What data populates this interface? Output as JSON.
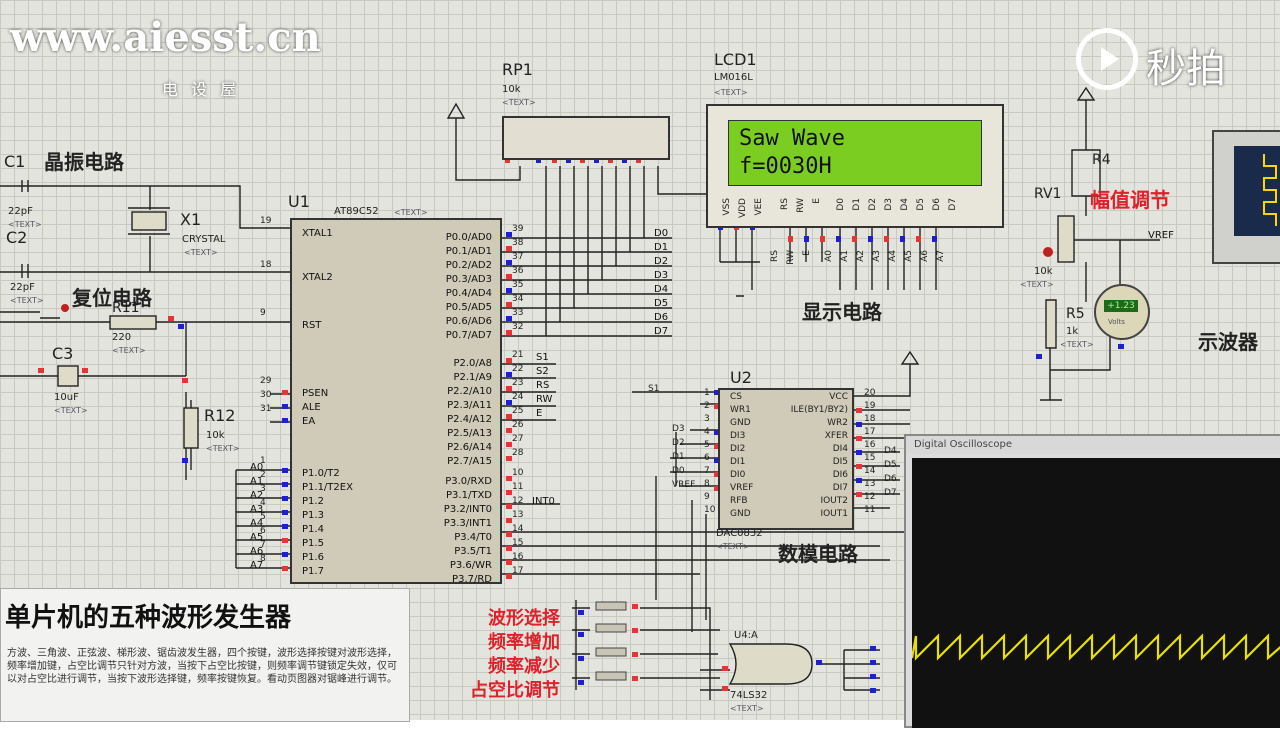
{
  "watermark": {
    "site": "www.aiesst.cn",
    "sub": "电 设 屋",
    "miaopai": "秒拍"
  },
  "sections": {
    "crystal": "晶振电路",
    "reset": "复位电路",
    "display": "显示电路",
    "dac": "数模电路",
    "amplitude": "幅值调节",
    "scope": "示波器"
  },
  "buttons_labels": [
    "波形选择",
    "频率增加",
    "频率减少",
    "占空比调节"
  ],
  "u1": {
    "ref": "U1",
    "part": "AT89C52",
    "text": "<TEXT>",
    "left_pins": [
      {
        "n": "19",
        "name": "XTAL1"
      },
      {
        "n": "18",
        "name": "XTAL2"
      },
      {
        "n": "9",
        "name": "RST"
      },
      {
        "n": "29",
        "name": "PSEN"
      },
      {
        "n": "30",
        "name": "ALE"
      },
      {
        "n": "31",
        "name": "EA"
      },
      {
        "n": "1",
        "name": "P1.0/T2"
      },
      {
        "n": "2",
        "name": "P1.1/T2EX"
      },
      {
        "n": "3",
        "name": "P1.2"
      },
      {
        "n": "4",
        "name": "P1.3"
      },
      {
        "n": "5",
        "name": "P1.4"
      },
      {
        "n": "6",
        "name": "P1.5"
      },
      {
        "n": "7",
        "name": "P1.6"
      },
      {
        "n": "8",
        "name": "P1.7"
      }
    ],
    "right_pins": [
      {
        "n": "39",
        "name": "P0.0/AD0"
      },
      {
        "n": "38",
        "name": "P0.1/AD1"
      },
      {
        "n": "37",
        "name": "P0.2/AD2"
      },
      {
        "n": "36",
        "name": "P0.3/AD3"
      },
      {
        "n": "35",
        "name": "P0.4/AD4"
      },
      {
        "n": "34",
        "name": "P0.5/AD5"
      },
      {
        "n": "33",
        "name": "P0.6/AD6"
      },
      {
        "n": "32",
        "name": "P0.7/AD7"
      },
      {
        "n": "21",
        "name": "P2.0/A8"
      },
      {
        "n": "22",
        "name": "P2.1/A9"
      },
      {
        "n": "23",
        "name": "P2.2/A10"
      },
      {
        "n": "24",
        "name": "P2.3/A11"
      },
      {
        "n": "25",
        "name": "P2.4/A12"
      },
      {
        "n": "26",
        "name": "P2.5/A13"
      },
      {
        "n": "27",
        "name": "P2.6/A14"
      },
      {
        "n": "28",
        "name": "P2.7/A15"
      },
      {
        "n": "10",
        "name": "P3.0/RXD"
      },
      {
        "n": "11",
        "name": "P3.1/TXD"
      },
      {
        "n": "12",
        "name": "P3.2/INT0"
      },
      {
        "n": "13",
        "name": "P3.3/INT1"
      },
      {
        "n": "14",
        "name": "P3.4/T0"
      },
      {
        "n": "15",
        "name": "P3.5/T1"
      },
      {
        "n": "16",
        "name": "P3.6/WR"
      },
      {
        "n": "17",
        "name": "P3.7/RD"
      }
    ]
  },
  "p0_nets": [
    "D0",
    "D1",
    "D2",
    "D3",
    "D4",
    "D5",
    "D6",
    "D7"
  ],
  "p2_nets": [
    "S1",
    "S2",
    "RS",
    "RW",
    "E"
  ],
  "p1_nets": [
    "A0",
    "A1",
    "A2",
    "A3",
    "A4",
    "A5",
    "A6",
    "A7"
  ],
  "int_net": "INT0",
  "lcd": {
    "ref": "LCD1",
    "part": "LM016L",
    "text": "<TEXT>",
    "line1": "Saw Wave",
    "line2": "f=0030H",
    "pins": [
      "VSS",
      "VDD",
      "VEE",
      "RS",
      "RW",
      "E",
      "D0",
      "D1",
      "D2",
      "D3",
      "D4",
      "D5",
      "D6",
      "D7"
    ],
    "nets": [
      "RS",
      "RW",
      "E",
      "A0",
      "A1",
      "A2",
      "A3",
      "A4",
      "A5",
      "A6",
      "A7"
    ]
  },
  "rp1": {
    "ref": "RP1",
    "value": "10k",
    "text": "<TEXT>"
  },
  "c1": {
    "ref": "C1",
    "value": "22pF",
    "text": "<TEXT>"
  },
  "c2": {
    "ref": "C2",
    "value": "22pF",
    "text": "<TEXT>"
  },
  "c3": {
    "ref": "C3",
    "value": "10uF",
    "text": "<TEXT>"
  },
  "x1": {
    "ref": "X1",
    "part": "CRYSTAL",
    "text": "<TEXT>"
  },
  "r11": {
    "ref": "R11",
    "value": "220",
    "text": "<TEXT>"
  },
  "r12": {
    "ref": "R12",
    "value": "10k",
    "text": "<TEXT>"
  },
  "r4": {
    "ref": "R4"
  },
  "rv1": {
    "ref": "RV1",
    "value": "10k",
    "text": "<TEXT>"
  },
  "r5": {
    "ref": "R5",
    "value": "1k",
    "text": "<TEXT>"
  },
  "vref": "VREF",
  "voltmeter": {
    "reading": "+1.23",
    "unit": "Volts"
  },
  "u2": {
    "ref": "U2",
    "part": "DAC0832",
    "text": "<TEXT>",
    "left_pins": [
      "CS",
      "WR1",
      "GND",
      "DI3",
      "DI2",
      "DI1",
      "DI0",
      "VREF",
      "RFB",
      "GND"
    ],
    "right_pins": [
      "VCC",
      "ILE(BY1/BY2)",
      "WR2",
      "XFER",
      "DI4",
      "DI5",
      "DI6",
      "DI7",
      "IOUT2",
      "IOUT1"
    ],
    "left_nums": [
      "1",
      "2",
      "3",
      "4",
      "5",
      "6",
      "7",
      "8",
      "9",
      "10"
    ],
    "right_nums": [
      "20",
      "19",
      "18",
      "17",
      "16",
      "15",
      "14",
      "13",
      "12",
      "11"
    ],
    "nets_left": [
      "S1",
      "D3",
      "D2",
      "D1",
      "D0",
      "VREF"
    ],
    "nets_right": [
      "D4",
      "D5",
      "D6",
      "D7"
    ]
  },
  "u4": {
    "ref": "U4:A",
    "part": "74LS32",
    "text": "<TEXT>"
  },
  "pwm_label": "S2",
  "scope_title": "Digital Oscilloscope",
  "info": {
    "title": "单片机的五种波形发生器",
    "desc": "方波、三角波、正弦波、梯形波、锯齿波发生器，四个按键，波形选择按键对波形选择，频率增加键，占空比调节只针对方波，当按下占空比按键，则频率调节键锁定失效，仅可以对占空比进行调节，当按下波形选择键，频率按键恢复。看动页图器对锯峰进行调节。"
  }
}
